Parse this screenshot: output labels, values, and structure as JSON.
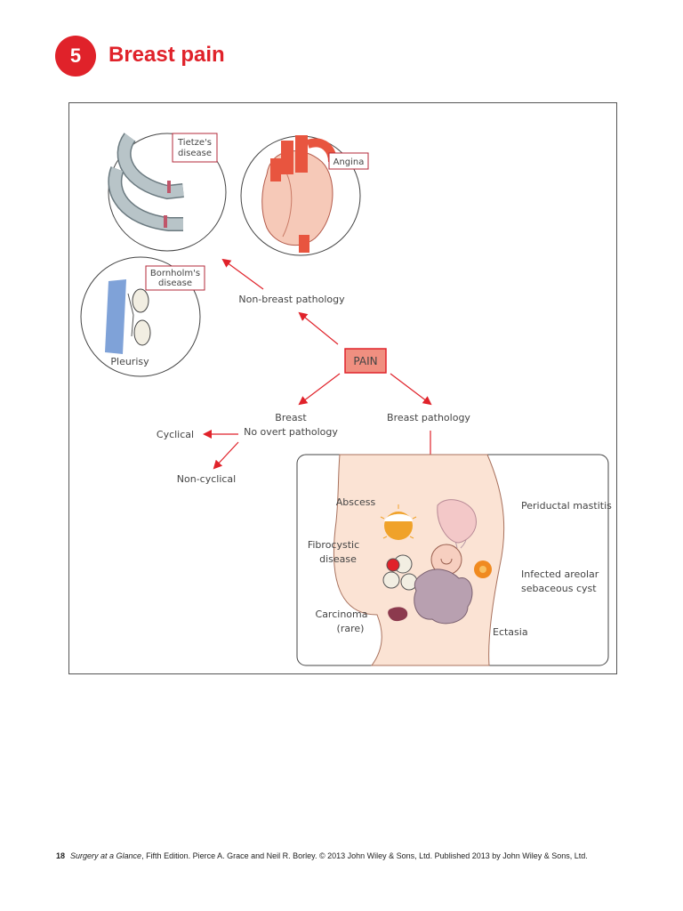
{
  "chapter": {
    "number": "5",
    "title": "Breast pain"
  },
  "figure": {
    "center": "PAIN",
    "non_breast": "Non-breast pathology",
    "tietze": [
      "Tietze's",
      "disease"
    ],
    "angina": "Angina",
    "bornholm": [
      "Bornholm's",
      "disease"
    ],
    "pleurisy": "Pleurisy",
    "breast_no_pathology": [
      "Breast",
      "No overt pathology"
    ],
    "breast_pathology": "Breast pathology",
    "cyclical": "Cyclical",
    "non_cyclical": "Non-cyclical",
    "abscess": "Abscess",
    "fibrocystic": [
      "Fibrocystic",
      "disease"
    ],
    "carcinoma": [
      "Carcinoma",
      "(rare)"
    ],
    "periductal": "Periductal mastitis",
    "infected_cyst": [
      "Infected areolar",
      "sebaceous cyst"
    ],
    "ectasia": "Ectasia"
  },
  "colors": {
    "accent": "#e0222a",
    "pain_box": "#f08f80",
    "breast_skin": "#fbe3d4",
    "heart": "#e8553f",
    "rib": "#b8c4c8"
  },
  "footer": {
    "page_number": "18",
    "book_title": "Surgery at a Glance",
    "citation": ", Fifth Edition. Pierce A. Grace and Neil R. Borley. © 2013 John Wiley & Sons, Ltd. Published 2013 by John Wiley & Sons, Ltd."
  }
}
